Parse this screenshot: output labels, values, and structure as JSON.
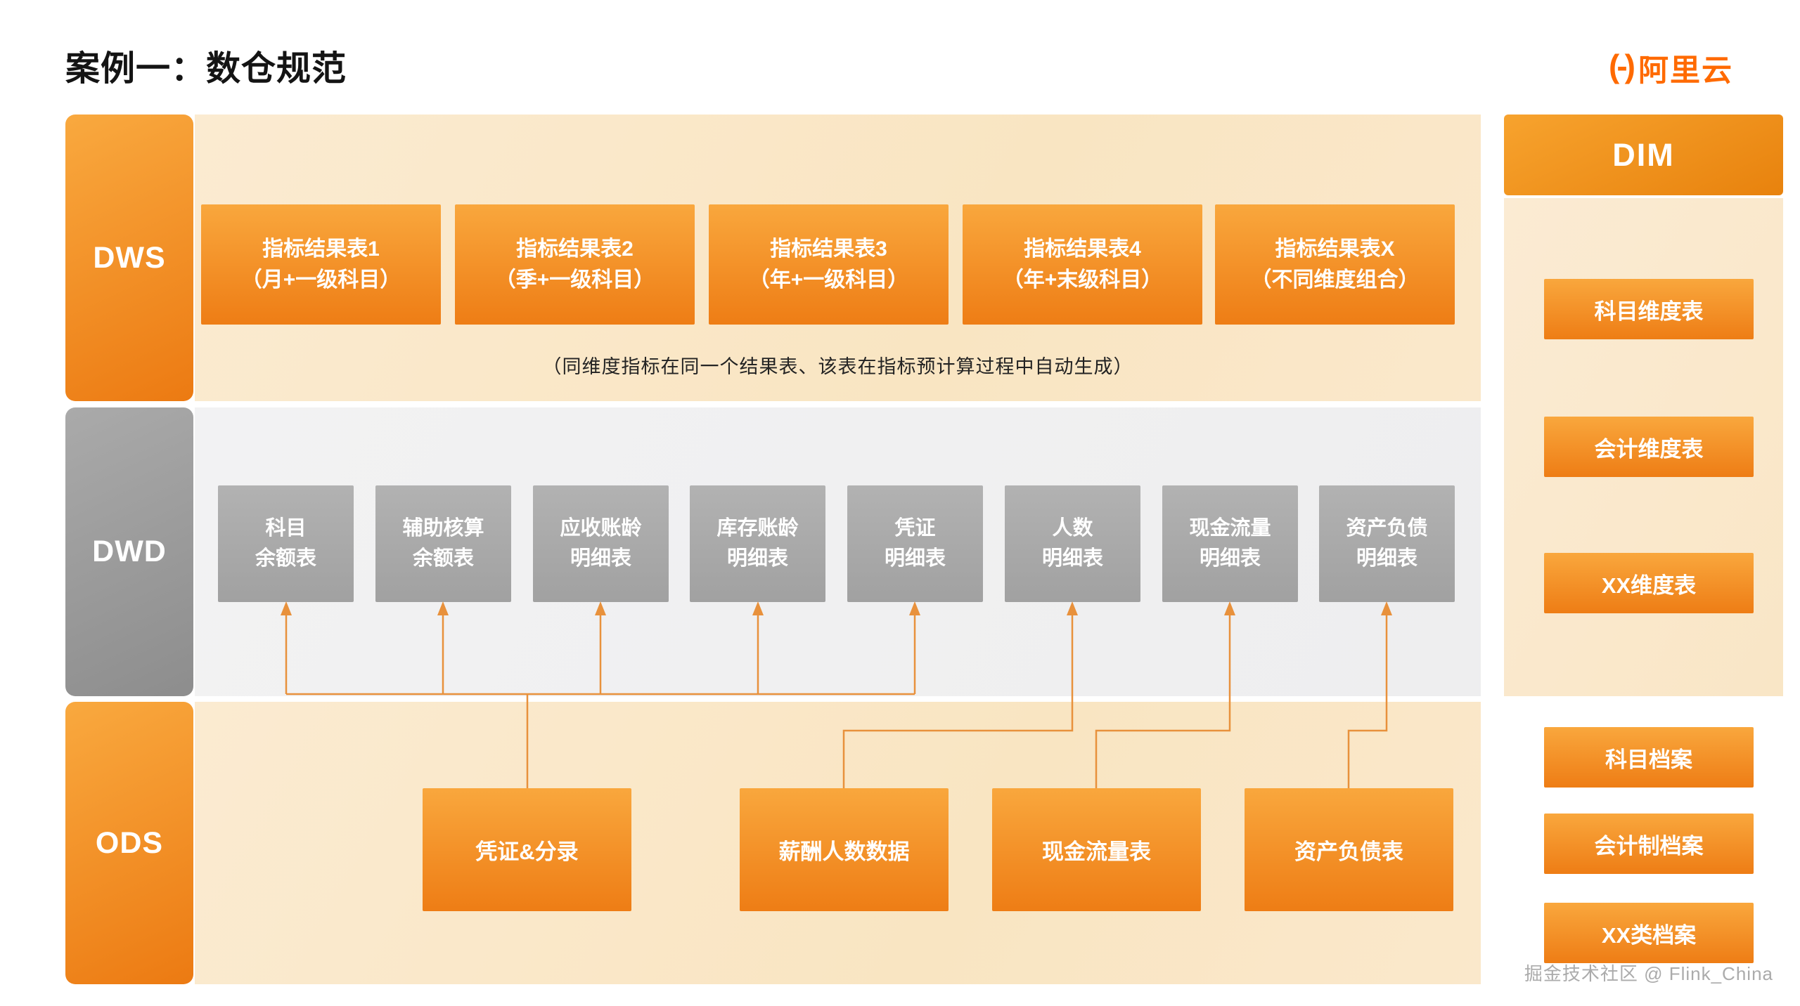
{
  "page": {
    "title": "案例一：数仓规范",
    "watermark": "掘金技术社区 @ Flink_China"
  },
  "logo": {
    "mark": "(-)",
    "brand": "阿里云"
  },
  "layers": {
    "dws": {
      "label": "DWS",
      "boxes": [
        {
          "line1": "指标结果表1",
          "line2": "（月+一级科目）"
        },
        {
          "line1": "指标结果表2",
          "line2": "（季+一级科目）"
        },
        {
          "line1": "指标结果表3",
          "line2": "（年+一级科目）"
        },
        {
          "line1": "指标结果表4",
          "line2": "（年+末级科目）"
        },
        {
          "line1": "指标结果表X",
          "line2": "（不同维度组合）"
        }
      ],
      "note": "（同维度指标在同一个结果表、该表在指标预计算过程中自动生成）"
    },
    "dwd": {
      "label": "DWD",
      "boxes": [
        {
          "line1": "科目",
          "line2": "余额表"
        },
        {
          "line1": "辅助核算",
          "line2": "余额表"
        },
        {
          "line1": "应收账龄",
          "line2": "明细表"
        },
        {
          "line1": "库存账龄",
          "line2": "明细表"
        },
        {
          "line1": "凭证",
          "line2": "明细表"
        },
        {
          "line1": "人数",
          "line2": "明细表"
        },
        {
          "line1": "现金流量",
          "line2": "明细表"
        },
        {
          "line1": "资产负债",
          "line2": "明细表"
        }
      ]
    },
    "ods": {
      "label": "ODS",
      "boxes": [
        "凭证&分录",
        "薪酬人数数据",
        "现金流量表",
        "资产负债表"
      ]
    },
    "dim": {
      "label": "DIM",
      "dimension_boxes": [
        "科目维度表",
        "会计维度表",
        "XX维度表"
      ],
      "archive_boxes": [
        "科目档案",
        "会计制档案",
        "XX类档案"
      ]
    }
  },
  "colors": {
    "accent_orange": "#EE7D15",
    "accent_orange_light": "#F9A73D",
    "band_orange": "#FAE8CB",
    "band_gray": "#F0F0F1",
    "gray_box": "#A9A9A9",
    "arrow": "#E8913C",
    "logo_orange": "#FF6A00"
  }
}
